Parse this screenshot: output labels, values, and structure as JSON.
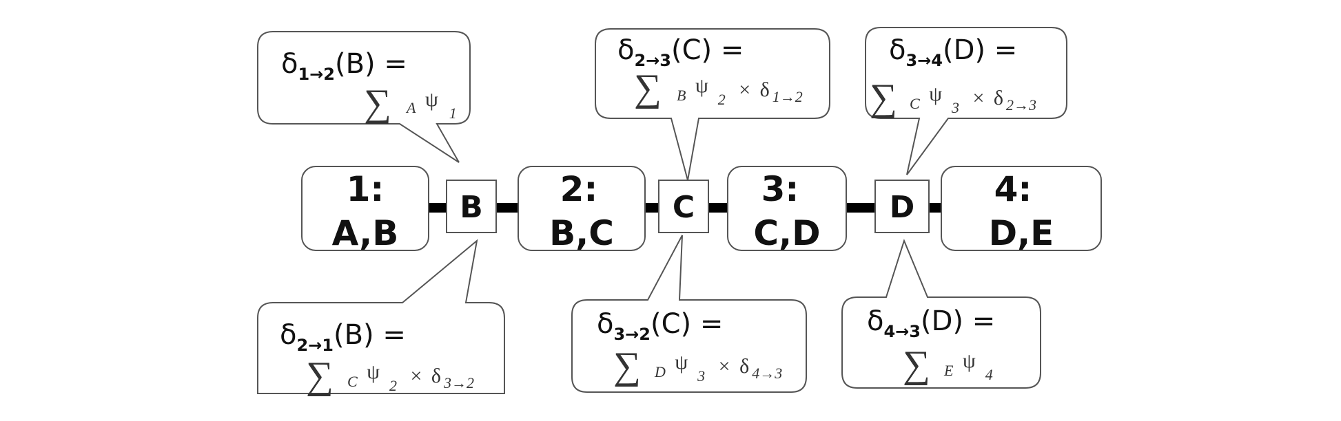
{
  "cliques": [
    {
      "id": "1",
      "num": "1:",
      "vars": "A,B"
    },
    {
      "id": "2",
      "num": "2:",
      "vars": "B,C"
    },
    {
      "id": "3",
      "num": "3:",
      "vars": "C,D"
    },
    {
      "id": "4",
      "num": "4:",
      "vars": "D,E"
    }
  ],
  "separators": [
    "B",
    "C",
    "D"
  ],
  "messages": {
    "m12": {
      "delta": "δ",
      "sub": "1→2",
      "arg": "(B) =",
      "sum": "∑",
      "sumsub": "A",
      "psi": "ψ",
      "psisub": "1",
      "times": "",
      "delta2": "",
      "delta2sub": ""
    },
    "m23": {
      "delta": "δ",
      "sub": "2→3",
      "arg": "(C) =",
      "sum": "∑",
      "sumsub": "B",
      "psi": "ψ",
      "psisub": "2",
      "times": "×",
      "delta2": "δ",
      "delta2sub": "1→2"
    },
    "m34": {
      "delta": "δ",
      "sub": "3→4",
      "arg": "(D) =",
      "sum": "∑",
      "sumsub": "C",
      "psi": "ψ",
      "psisub": "3",
      "times": "×",
      "delta2": "δ",
      "delta2sub": "2→3"
    },
    "m21": {
      "delta": "δ",
      "sub": "2→1",
      "arg": "(B) =",
      "sum": "∑",
      "sumsub": "C",
      "psi": "ψ",
      "psisub": "2",
      "times": "×",
      "delta2": "δ",
      "delta2sub": "3→2"
    },
    "m32": {
      "delta": "δ",
      "sub": "3→2",
      "arg": "(C) =",
      "sum": "∑",
      "sumsub": "D",
      "psi": "ψ",
      "psisub": "3",
      "times": "×",
      "delta2": "δ",
      "delta2sub": "4→3"
    },
    "m43": {
      "delta": "δ",
      "sub": "4→3",
      "arg": "(D) =",
      "sum": "∑",
      "sumsub": "E",
      "psi": "ψ",
      "psisub": "4",
      "times": "",
      "delta2": "",
      "delta2sub": ""
    }
  }
}
